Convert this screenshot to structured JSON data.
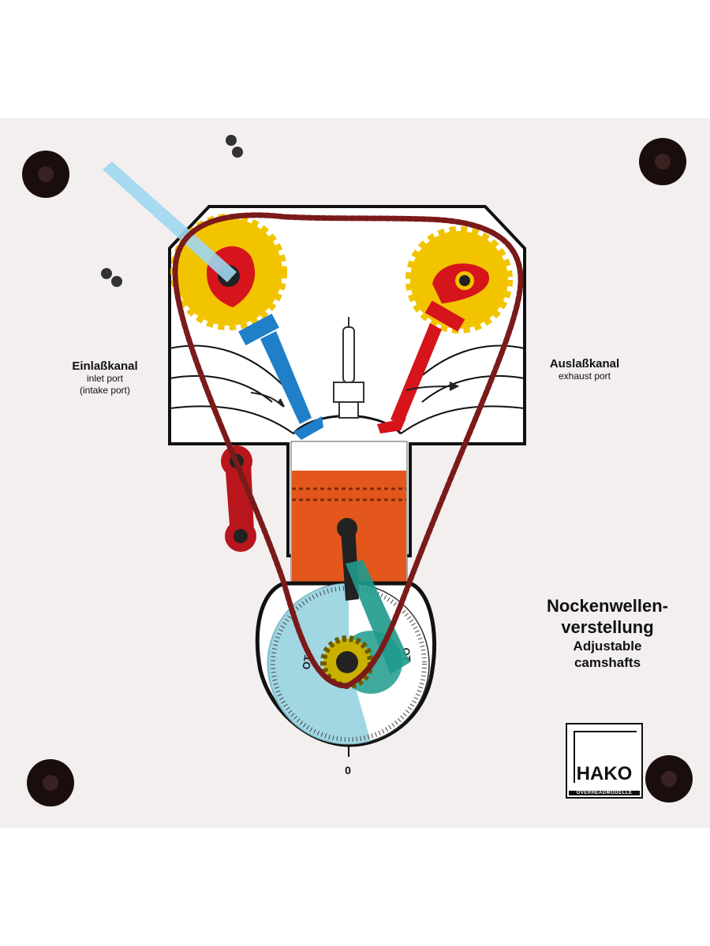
{
  "labels": {
    "inlet": {
      "title": "Einlaßkanal",
      "line1": "inlet port",
      "line2": "(intake port)"
    },
    "exhaust": {
      "title": "Auslaßkanal",
      "line1": "exhaust port"
    },
    "zero_mark": "0",
    "dial_ot_left": "OT",
    "dial_ot_right": "OT"
  },
  "heading": {
    "de_line1": "Nockenwellen-",
    "de_line2": "verstellung",
    "en_line1": "Adjustable",
    "en_line2": "camshafts"
  },
  "logo": {
    "word": "HAKO",
    "small": "OVERHEADMODELLE"
  },
  "icons": [
    "mounting-hole-icon",
    "screw-icon",
    "cam-gear-icon",
    "chain-icon",
    "spark-plug-icon",
    "piston-icon",
    "crank-gear-icon",
    "degree-dial-icon",
    "arrow-icon"
  ],
  "colors": {
    "board": "#f2efee",
    "gear_yellow": "#f2c400",
    "cam_red": "#d6141c",
    "inlet_blue": "#1f7fc9",
    "exhaust_red": "#d6141c",
    "piston_orange": "#e3571c",
    "dial_cyan": "#8fd0de",
    "crank_teal": "#1e9a8c",
    "chain": "#7a1a1a",
    "lever_red": "#b8161c",
    "pointer_lightblue": "#9fd6ef"
  }
}
